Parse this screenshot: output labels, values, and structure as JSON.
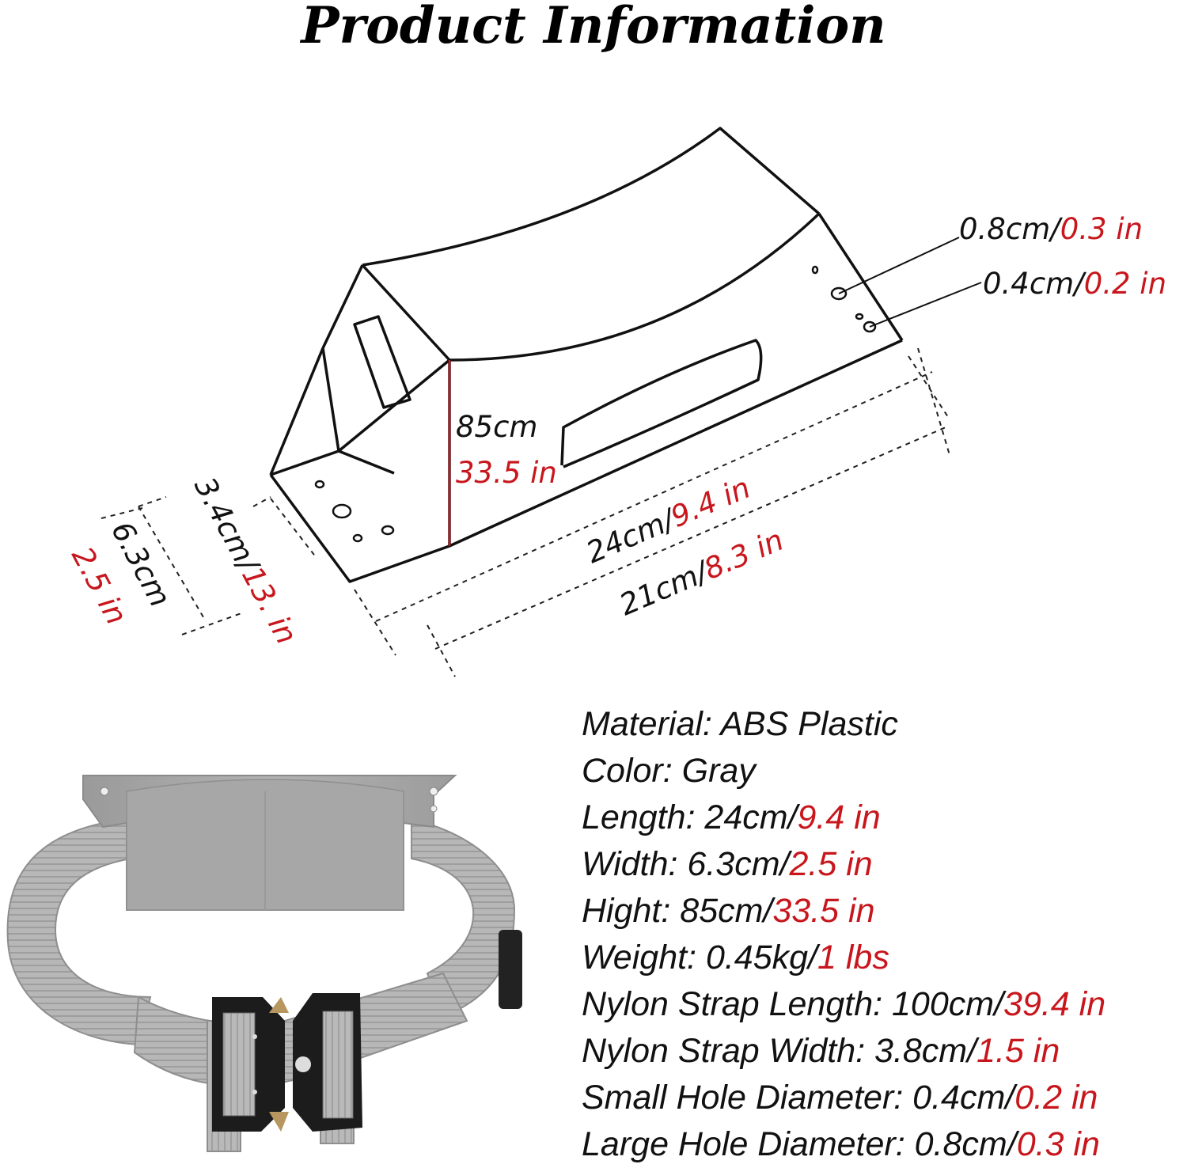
{
  "title": "Product Information",
  "dimensions": {
    "large_hole": {
      "metric": "0.8cm/",
      "imperial": "0.3 in"
    },
    "small_hole": {
      "metric": "0.4cm/",
      "imperial": "0.2 in"
    },
    "height": {
      "metric": "85cm",
      "imperial": "33.5 in"
    },
    "length_outer": {
      "metric": "24cm/",
      "imperial": "9.4 in"
    },
    "length_inner": {
      "metric": "21cm/",
      "imperial": "8.3 in"
    },
    "depth": {
      "metric": "3.4cm/",
      "imperial": "13. in"
    },
    "width": {
      "metric": "6.3cm",
      "imperial": "2.5 in"
    }
  },
  "specs": [
    {
      "label": "Material: ABS Plastic",
      "value": ""
    },
    {
      "label": "Color: Gray",
      "value": ""
    },
    {
      "label": "Length: 24cm/",
      "value": "9.4 in"
    },
    {
      "label": "Width: 6.3cm/",
      "value": "2.5 in"
    },
    {
      "label": "Hight: 85cm/",
      "value": "33.5 in"
    },
    {
      "label": "Weight: 0.45kg/",
      "value": "1 lbs"
    },
    {
      "label": "Nylon Strap Length: 100cm/",
      "value": "39.4 in"
    },
    {
      "label": "Nylon Strap Width: 3.8cm/",
      "value": "1.5 in"
    },
    {
      "label": "Small Hole Diameter: 0.4cm/",
      "value": "0.2 in"
    },
    {
      "label": "Large Hole Diameter: 0.8cm/",
      "value": "0.3 in"
    }
  ],
  "colors": {
    "accent": "#c8161d",
    "product_gray": "#a9a9a9",
    "strap_gray": "#b4b4b4",
    "buckle": "#1c1c1c"
  }
}
